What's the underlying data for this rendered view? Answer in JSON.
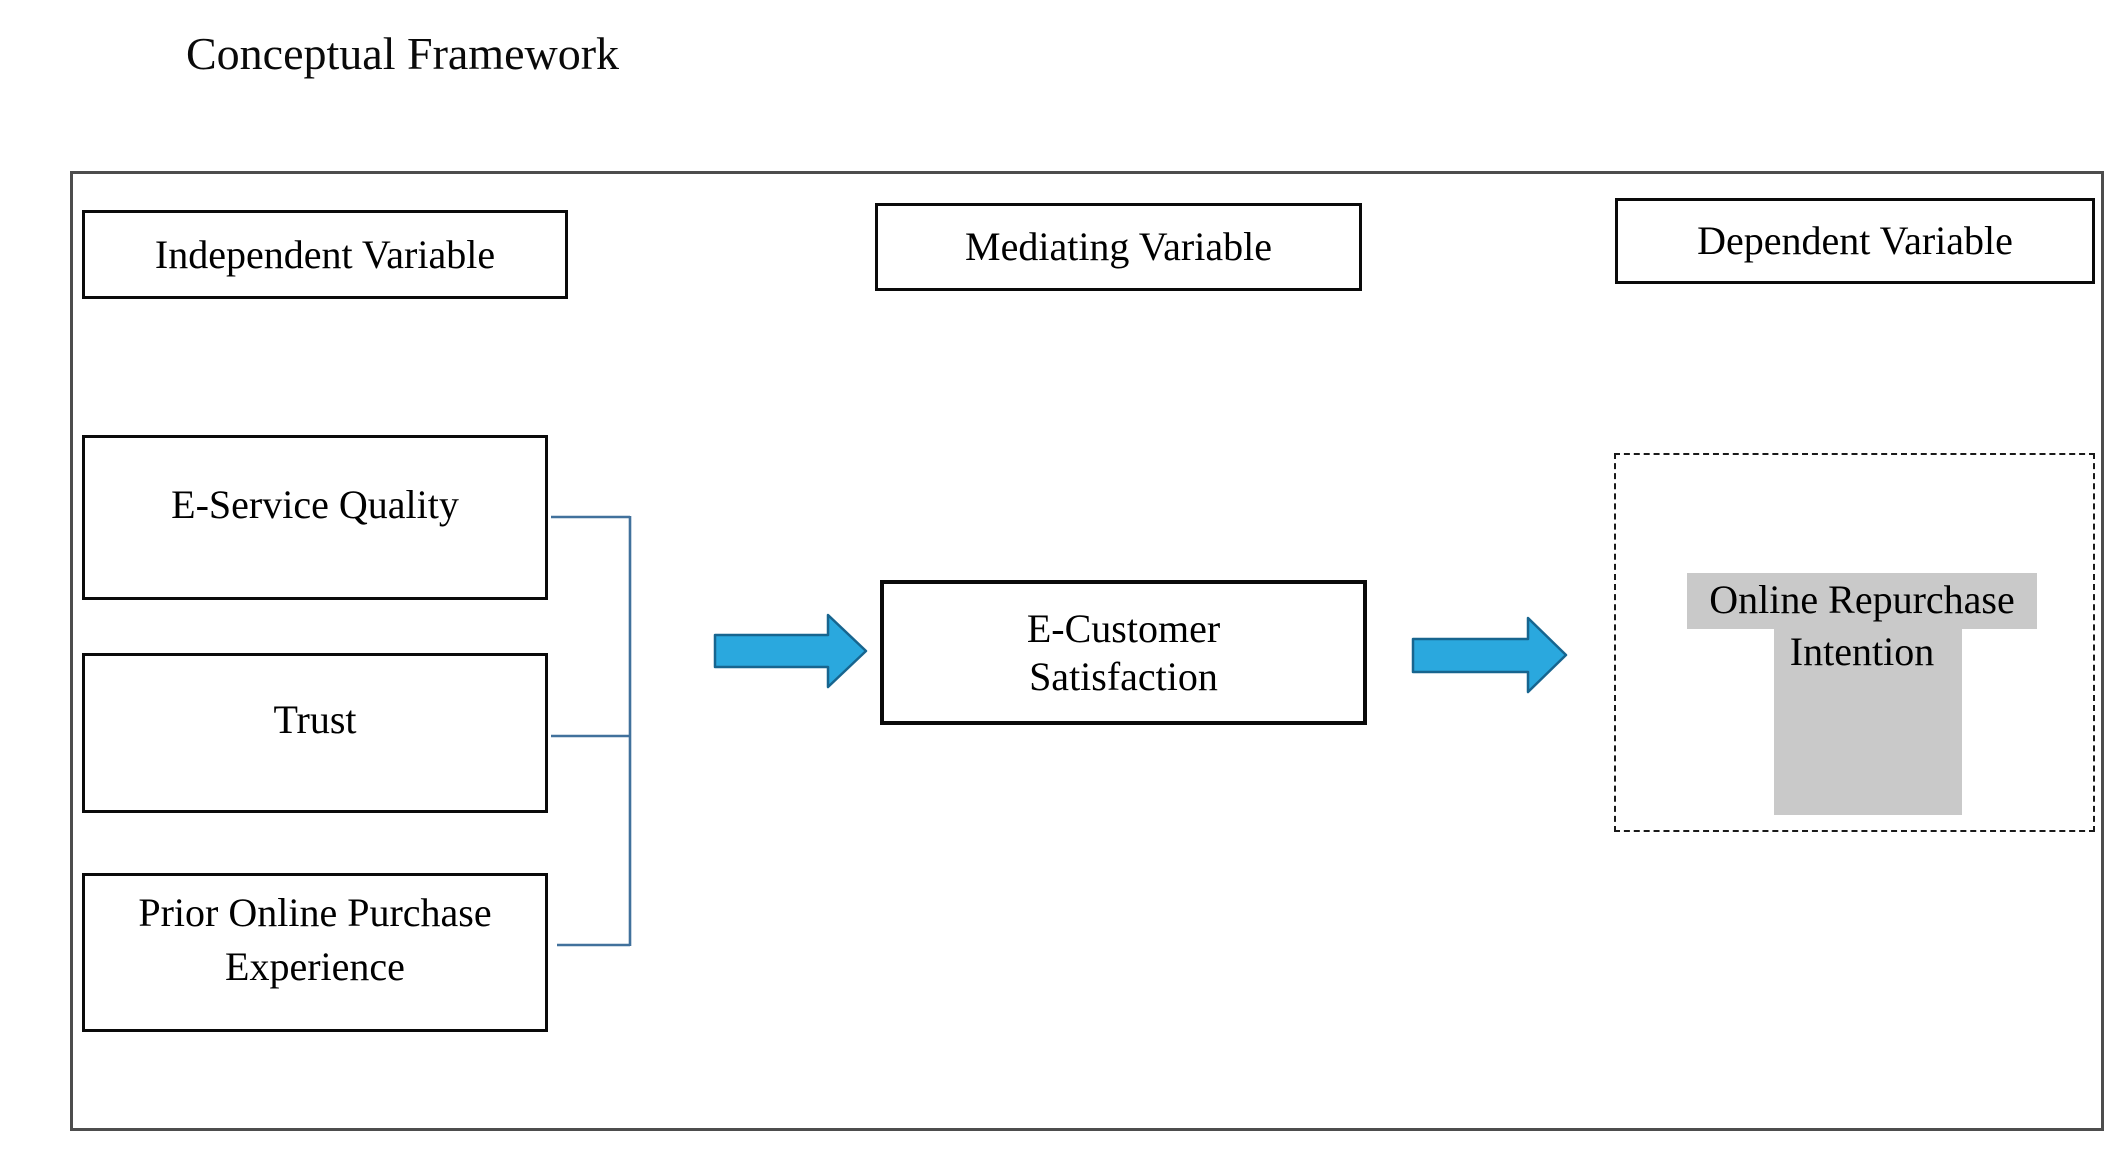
{
  "title": "Conceptual Framework",
  "columns": {
    "independent_label": "Independent Variable",
    "mediating_label": "Mediating Variable",
    "dependent_label": "Dependent Variable"
  },
  "independent_variables": [
    {
      "label": "E-Service Quality"
    },
    {
      "label": "Trust"
    },
    {
      "label": "Prior Online Purchase Experience"
    }
  ],
  "mediator": {
    "line1": "E-Customer",
    "line2": "Satisfaction"
  },
  "dependent": {
    "line1": "Online Repurchase",
    "line2": "Intention"
  },
  "colors": {
    "arrow_fill": "#2aa8de",
    "arrow_stroke": "#17658f",
    "bracket_line": "#41719c",
    "highlight_gray": "#c9c9c9",
    "outer_border_gray": "#4d4d4d",
    "box_border_black": "#0a0a0a"
  }
}
